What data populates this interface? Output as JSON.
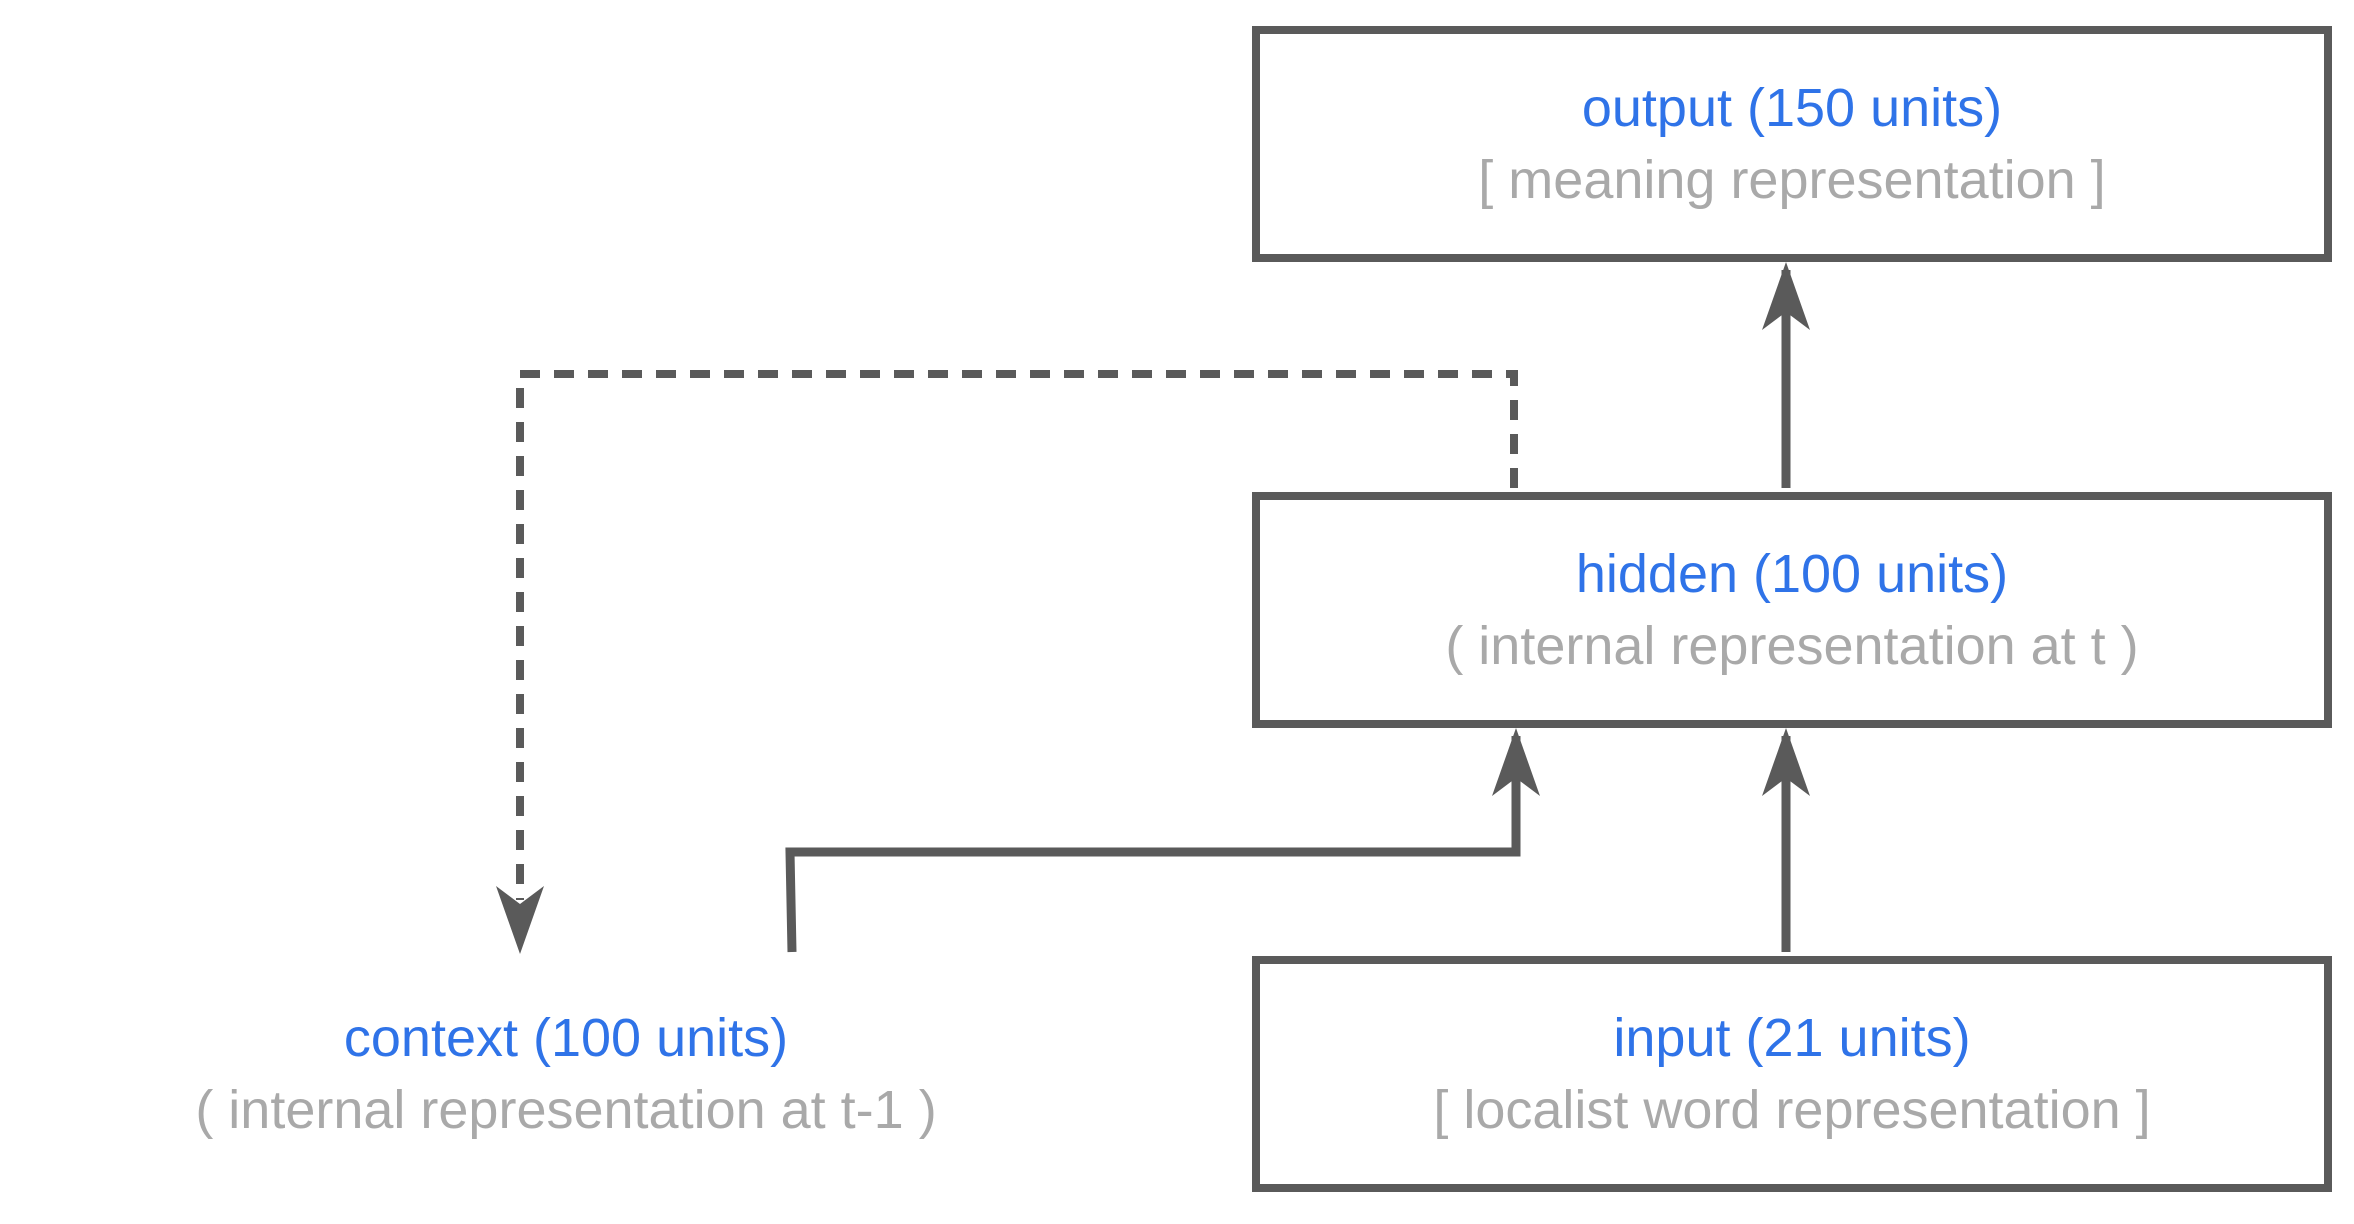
{
  "colors": {
    "title": "#2f73e8",
    "subtitle": "#a9a9a9",
    "stroke": "#5a5a5a"
  },
  "nodes": {
    "output": {
      "title": "output (150 units)",
      "subtitle": "[ meaning representation ]",
      "border": "solid"
    },
    "hidden": {
      "title": "hidden (100 units)",
      "subtitle": "( internal representation at t )",
      "border": "solid"
    },
    "input": {
      "title": "input (21 units)",
      "subtitle": "[ localist word representation ]",
      "border": "solid"
    },
    "context": {
      "title": "context (100 units)",
      "subtitle": "( internal representation at t-1 )",
      "border": "dashed"
    }
  },
  "connections": [
    {
      "from": "input",
      "to": "hidden",
      "style": "solid"
    },
    {
      "from": "context",
      "to": "hidden",
      "style": "solid"
    },
    {
      "from": "hidden",
      "to": "output",
      "style": "solid"
    },
    {
      "from": "hidden",
      "to": "context",
      "style": "dashed"
    }
  ]
}
